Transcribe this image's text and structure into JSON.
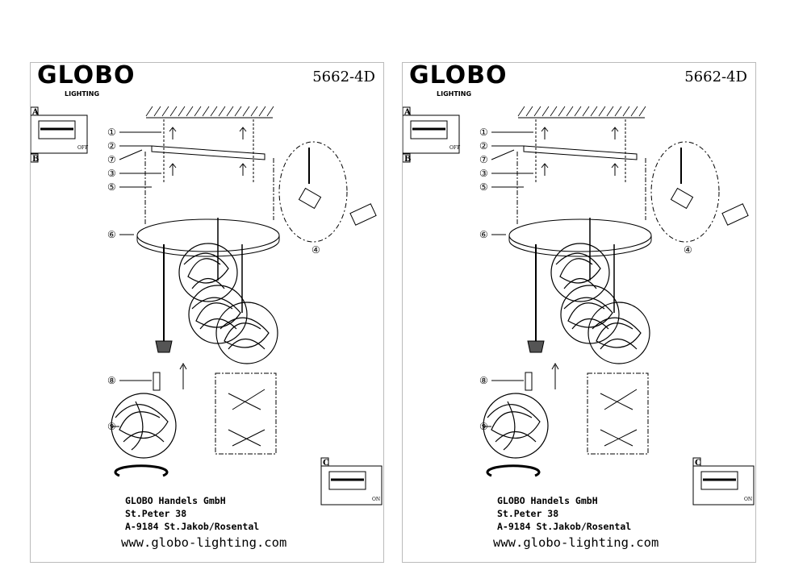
{
  "page": {
    "brand": "GLOBO",
    "brand_sub": "LIGHTING",
    "model": "5662-4D",
    "step_a": "A",
    "step_b": "B",
    "step_c": "C",
    "off_label": "OFF",
    "on_label": "ON",
    "callouts": [
      "①",
      "②",
      "⑦",
      "③",
      "⑤",
      "⑥",
      "④",
      "⑧",
      "⑨"
    ],
    "address": [
      "GLOBO Handels GmbH",
      "St.Peter 38",
      "A-9184 St.Jakob/Rosental"
    ],
    "website": "www.globo-lighting.com"
  }
}
